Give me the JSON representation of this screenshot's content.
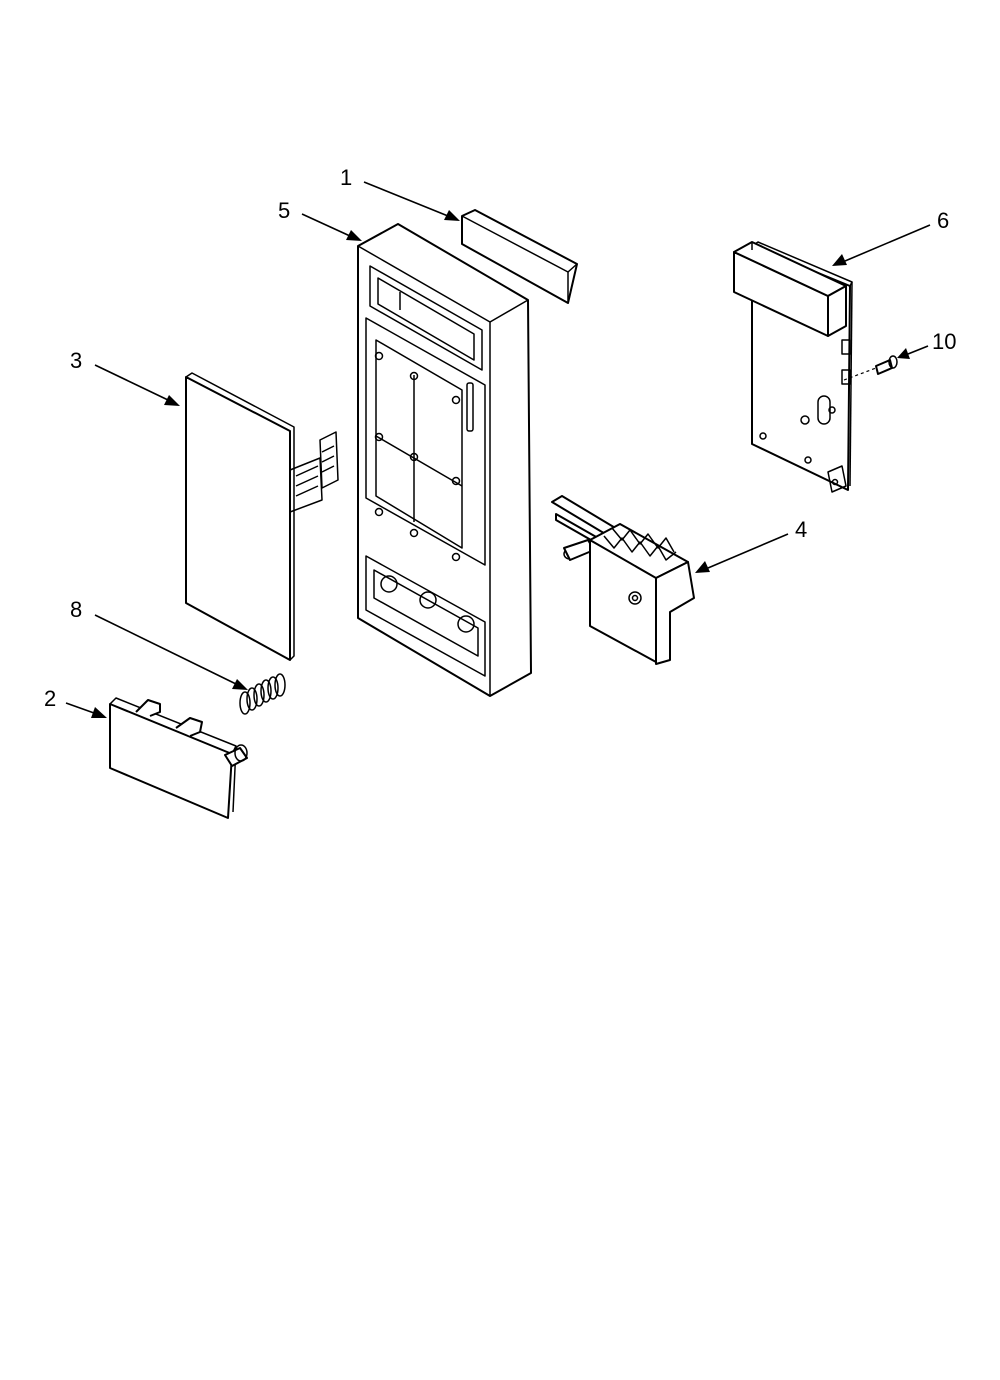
{
  "diagram": {
    "callouts": [
      {
        "id": "1",
        "label": "1"
      },
      {
        "id": "2",
        "label": "2"
      },
      {
        "id": "3",
        "label": "3"
      },
      {
        "id": "4",
        "label": "4"
      },
      {
        "id": "5",
        "label": "5"
      },
      {
        "id": "6",
        "label": "6"
      },
      {
        "id": "8",
        "label": "8"
      },
      {
        "id": "10",
        "label": "10"
      }
    ]
  }
}
